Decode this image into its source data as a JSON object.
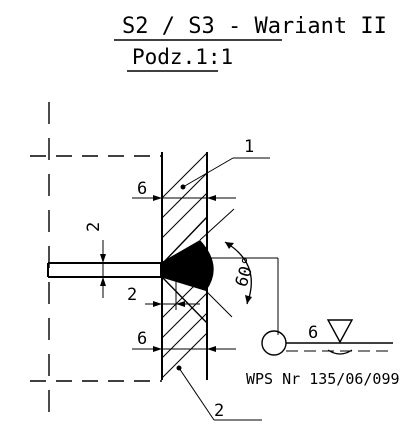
{
  "title": "S2 / S3 - Wariant II",
  "scale": "Podz.1:1",
  "labels": {
    "item_1": "1",
    "item_2": "2",
    "dim_6_top": "6",
    "dim_6_bottom": "6",
    "dim_2_vertical": "2",
    "dim_2_horizontal": "2",
    "angle": "60°",
    "weld_size": "6",
    "wps": "WPS Nr 135/06/099"
  }
}
